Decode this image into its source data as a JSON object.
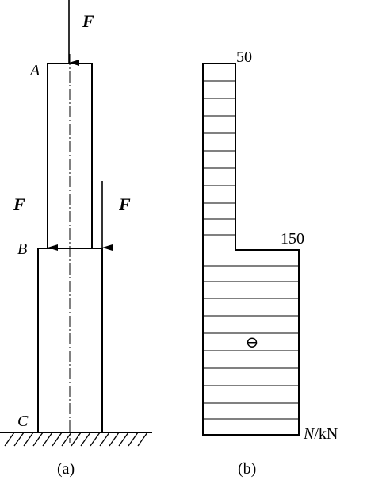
{
  "figure_a": {
    "force_label_top": "F",
    "force_label_left": "F",
    "force_label_right": "F",
    "point_a": "A",
    "point_b": "B",
    "point_c": "C",
    "caption": "(a)"
  },
  "figure_b": {
    "value_top": "50",
    "value_bottom": "150",
    "sign_symbol": "⊖",
    "axis_label_n": "N",
    "axis_label_unit": "/kN",
    "caption": "(b)"
  },
  "colors": {
    "ink": "#000000",
    "paper": "#ffffff"
  }
}
